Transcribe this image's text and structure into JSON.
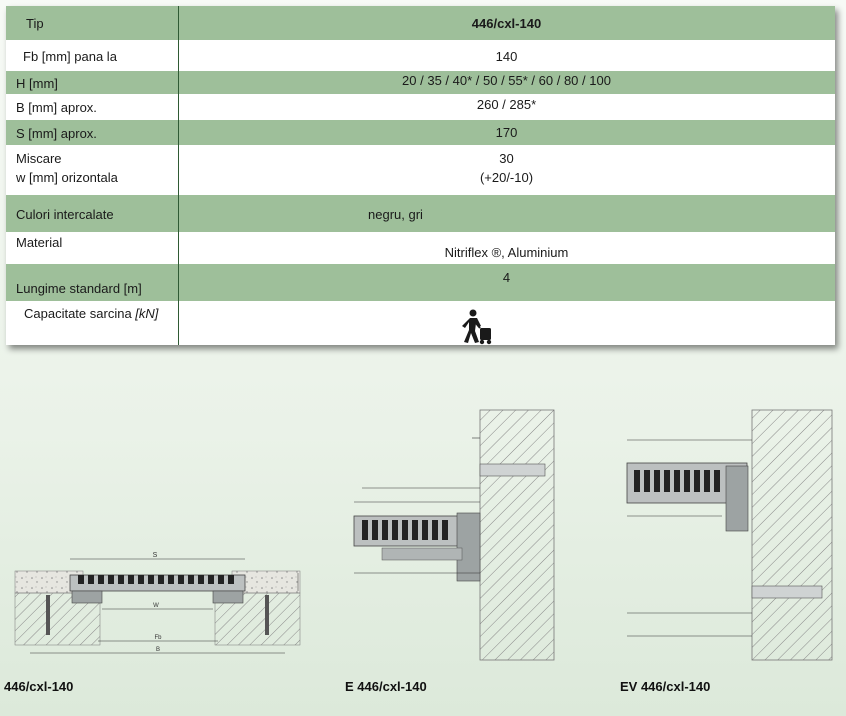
{
  "table": {
    "rows": [
      {
        "label": "Tip",
        "value": "446/cxl-140"
      },
      {
        "label": "Fb [mm] pana la",
        "value": "140"
      },
      {
        "label": "H [mm]",
        "value": "20 / 35 / 40* / 50 / 55* / 60 / 80 / 100"
      },
      {
        "label": "B [mm] aprox.",
        "value": "260 / 285*"
      },
      {
        "label": "S [mm] aprox.",
        "value": "170"
      },
      {
        "label": "Miscare",
        "label2": "w [mm] orizontala",
        "value": "30",
        "value2": "(+20/-10)"
      },
      {
        "label": "Culori intercalate",
        "value": "negru, gri"
      },
      {
        "label": "Material",
        "value": "Nitriflex ®, Aluminium"
      },
      {
        "label": "Lungime standard [m]",
        "value": "4"
      },
      {
        "label": "Capacitate sarcina",
        "label_unit": "[kN]",
        "value_icon": "person-with-trolley-icon"
      }
    ]
  },
  "captions": {
    "left": "446/cxl-140",
    "middle": "E 446/cxl-140",
    "right": "EV 446/cxl-140"
  },
  "drawing_labels": {
    "s": "S",
    "w": "W",
    "fb": "Fb",
    "b": "B"
  },
  "colors": {
    "row_green": "#9ebf9a",
    "divider": "#2f5a34"
  }
}
